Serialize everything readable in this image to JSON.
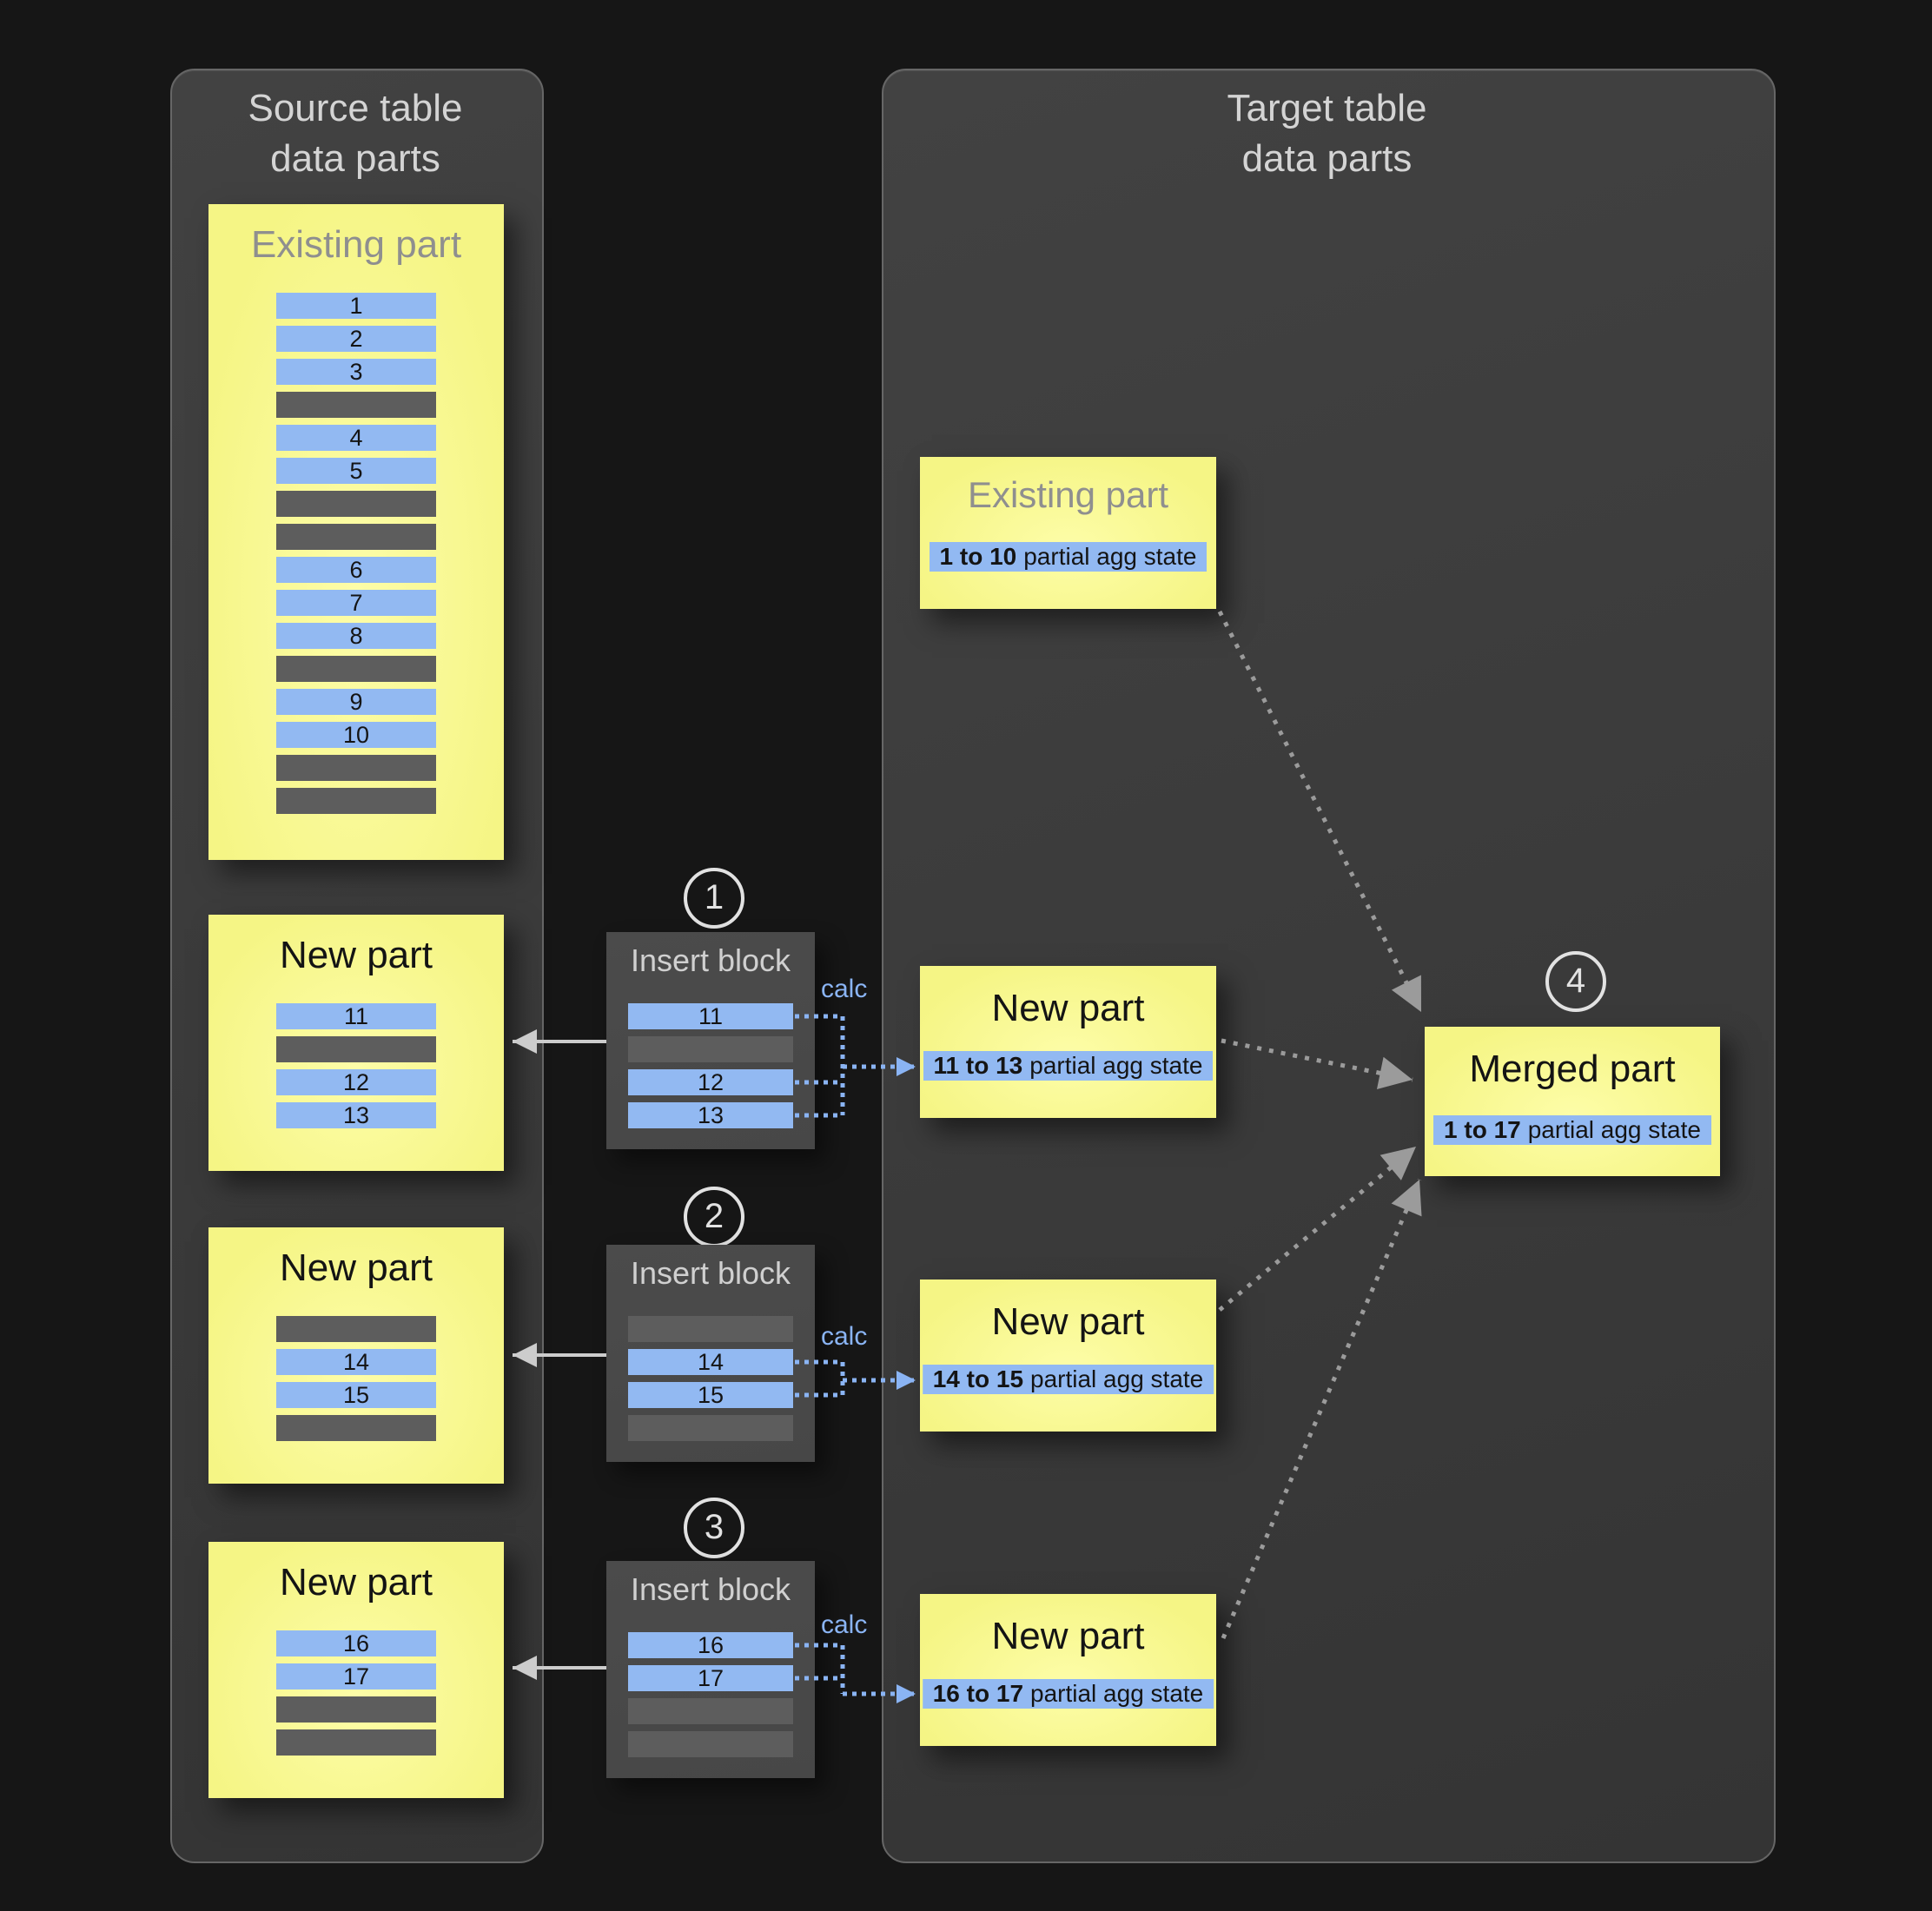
{
  "colors": {
    "page-bg": "#161616",
    "panel-bg-1": "#424242",
    "panel-bg-2": "#343434",
    "panel-border": "#666666",
    "panel-title": "#d4d4d4",
    "yellow-1": "#fdfda8",
    "yellow-2": "#f5f585",
    "blue-row": "#92b9f2",
    "gray-row": "#5d5d5d",
    "insert-bg": "#474747",
    "insert-title": "#d0d0d0",
    "gray-title": "#8f8f8f",
    "dark-text": "#141414",
    "calc-blue": "#8ab4f4",
    "arrow-gray": "#9b9b9b",
    "arrow-light": "#cccccc",
    "circle-color": "#e2e2e2"
  },
  "source_panel": {
    "title_line1": "Source table",
    "title_line2": "data parts",
    "existing_part": {
      "title": "Existing part",
      "rows": [
        "1",
        "2",
        "3",
        "",
        "4",
        "5",
        "",
        "",
        "6",
        "7",
        "8",
        "",
        "9",
        "10",
        "",
        ""
      ]
    },
    "new_parts": [
      {
        "title": "New part",
        "rows": [
          "11",
          "",
          "12",
          "13"
        ]
      },
      {
        "title": "New part",
        "rows": [
          "",
          "14",
          "15",
          ""
        ]
      },
      {
        "title": "New part",
        "rows": [
          "16",
          "17",
          "",
          ""
        ]
      }
    ]
  },
  "insert_blocks": [
    {
      "step": "1",
      "title": "Insert block",
      "calc_label": "calc",
      "rows": [
        "11",
        "",
        "12",
        "13"
      ]
    },
    {
      "step": "2",
      "title": "Insert block",
      "calc_label": "calc",
      "rows": [
        "",
        "14",
        "15",
        ""
      ]
    },
    {
      "step": "3",
      "title": "Insert block",
      "calc_label": "calc",
      "rows": [
        "16",
        "17",
        "",
        ""
      ]
    }
  ],
  "target_panel": {
    "title_line1": "Target table",
    "title_line2": "data parts",
    "existing_part": {
      "title": "Existing part",
      "agg_range": "1 to 10",
      "agg_label": "partial agg state"
    },
    "new_parts": [
      {
        "title": "New part",
        "agg_range": "11 to 13",
        "agg_label": "partial agg state"
      },
      {
        "title": "New part",
        "agg_range": "14 to 15",
        "agg_label": "partial agg state"
      },
      {
        "title": "New part",
        "agg_range": "16 to 17",
        "agg_label": "partial agg state"
      }
    ],
    "merged_part": {
      "step": "4",
      "title": "Merged part",
      "agg_range": "1 to 17",
      "agg_label": "partial agg state"
    }
  }
}
